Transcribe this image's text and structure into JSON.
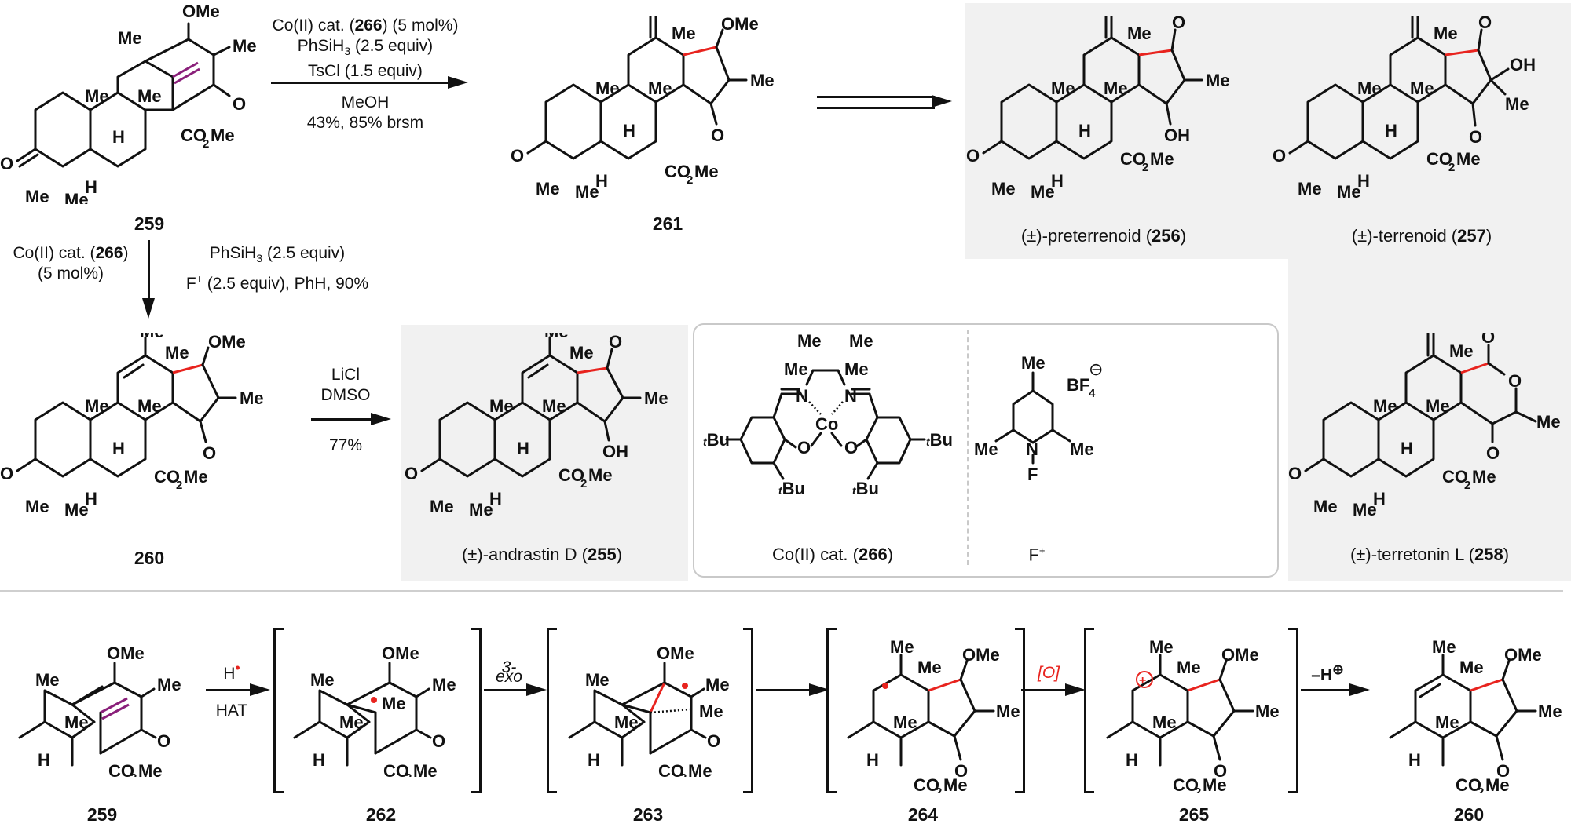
{
  "colors": {
    "new_bond": "#e8231e",
    "reactive_alkene": "#8a1f7a",
    "panel_background": "#f1f1f1",
    "box_border": "#c9c9c9"
  },
  "top_reaction": {
    "conditions": [
      {
        "pre": "Co(II) cat. (",
        "bold": "266",
        "post": ") (5 mol%)"
      },
      {
        "pre": "PhSiH",
        "sub": "3",
        "post": " (2.5 equiv)"
      },
      {
        "pre": "TsCl (1.5 equiv)"
      }
    ],
    "below": [
      "MeOH",
      "43%, 85% brsm"
    ]
  },
  "down_reaction": {
    "left": [
      "Co(II) cat. (266)",
      "(5 mol%)"
    ],
    "left_bold": "266",
    "right_line1": "PhSiH3 (2.5 equiv)",
    "right_line2": "F+ (2.5 equiv), PhH, 90%"
  },
  "licl_reaction": {
    "above": [
      "LiCl",
      "DMSO"
    ],
    "below": "77%"
  },
  "compounds": {
    "c259": {
      "number": "259",
      "labels": [
        "OMe",
        "Me",
        "Me",
        "O",
        "Me",
        "Me",
        "CO2Me",
        "H",
        "H",
        "Me",
        "Me",
        "O"
      ]
    },
    "c261": {
      "number": "261"
    },
    "c260": {
      "number": "260"
    },
    "c256": {
      "name": "(±)-preterrenoid",
      "number": "256"
    },
    "c257": {
      "name": "(±)-terrenoid",
      "number": "257"
    },
    "c255": {
      "name": "(±)-andrastin D",
      "number": "255"
    },
    "c258": {
      "name": "(±)-terretonin L",
      "number": "258"
    },
    "c266": {
      "name": "Co(II) cat.",
      "number": "266"
    },
    "fplus": {
      "name": "F+",
      "counterion": "BF4",
      "charge": "⊖"
    }
  },
  "mechanism": {
    "steps": [
      {
        "number": "259"
      },
      {
        "number": "262"
      },
      {
        "number": "263"
      },
      {
        "number": "264"
      },
      {
        "number": "265"
      },
      {
        "number": "260"
      }
    ],
    "arrows": [
      {
        "above": "H•",
        "below": "HAT"
      },
      {
        "above": "3-",
        "below": "exo"
      },
      {
        "above": "",
        "below": ""
      },
      {
        "above": "[O]",
        "below": ""
      },
      {
        "above": "–H⊕",
        "below": ""
      }
    ]
  },
  "atom_labels": {
    "OMe": "OMe",
    "Me": "Me",
    "O": "O",
    "OH": "OH",
    "H": "H",
    "CO2Me_main": "CO",
    "CO2Me_sub": "2",
    "CO2Me_end": "Me",
    "N": "N",
    "Co": "Co",
    "tBu_sup": "t",
    "tBu": "Bu",
    "F": "F",
    "BF": "BF",
    "four": "4"
  }
}
